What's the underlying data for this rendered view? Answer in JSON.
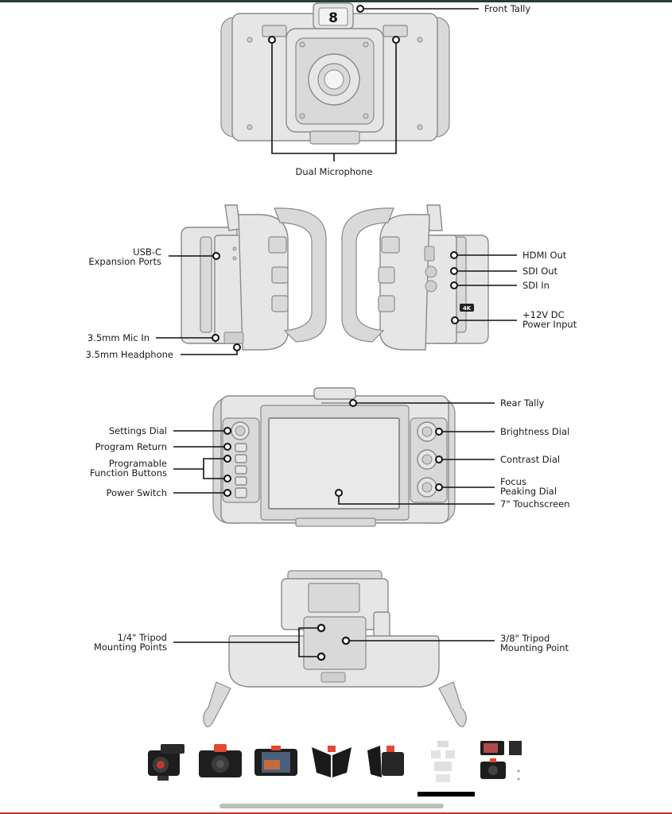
{
  "front": {
    "tally_digit": "8",
    "labels": {
      "front_tally": "Front Tally",
      "dual_mic": "Dual Microphone"
    }
  },
  "side": {
    "labels": {
      "usbc_1": "USB-C",
      "usbc_2": "Expansion Ports",
      "mic_in": "3.5mm Mic In",
      "headphone": "3.5mm Headphone",
      "hdmi_out": "HDMI Out",
      "sdi_out": "SDI Out",
      "sdi_in": "SDI In",
      "dc_1": "+12V DC",
      "dc_2": "Power Input",
      "badge_4k": "4K"
    }
  },
  "rear": {
    "labels": {
      "rear_tally": "Rear Tally",
      "settings_dial": "Settings Dial",
      "program_return": "Program Return",
      "function_1": "Programable",
      "function_2": "Function Buttons",
      "power_switch": "Power Switch",
      "brightness": "Brightness Dial",
      "contrast": "Contrast Dial",
      "focus_1": "Focus",
      "focus_2": "Peaking Dial",
      "touchscreen": "7\" Touchscreen"
    }
  },
  "bottom": {
    "labels": {
      "tripod14_1": "1/4\" Tripod",
      "tripod14_2": "Mounting Points",
      "tripod38_1": "3/8\" Tripod",
      "tripod38_2": "Mounting Point"
    }
  },
  "gallery": {
    "thumbnails": [
      "camera-front-angle",
      "camera-front-red-tally",
      "camera-rear-screen",
      "camera-sunhood-open",
      "camera-sunhood-side",
      "diagram-callouts",
      "camera-mixed-views"
    ],
    "selected_index": 5
  }
}
